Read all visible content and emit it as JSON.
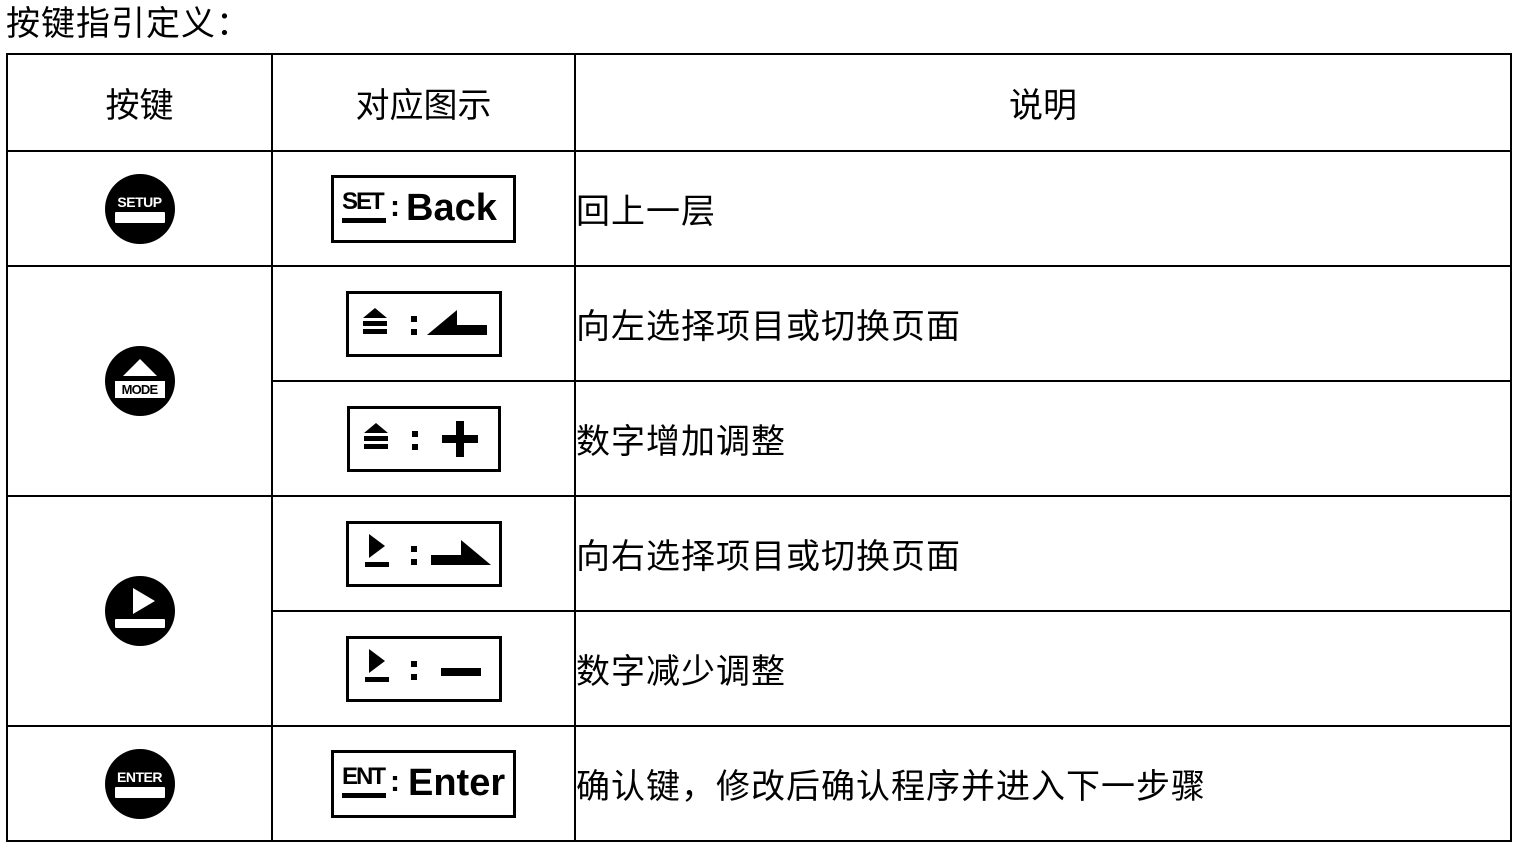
{
  "caption": "按键指引定义：",
  "headers": {
    "key": "按键",
    "icon": "对应图示",
    "desc": "说明"
  },
  "keys": {
    "setup": "SETUP",
    "mode": "MODE",
    "enter": "ENTER"
  },
  "icons": {
    "set_abbr": "SET",
    "ent_abbr": "ENT",
    "colon": ":",
    "back": "Back",
    "enter": "Enter"
  },
  "rows": [
    {
      "desc": "回上一层"
    },
    {
      "desc": "向左选择项目或切换页面"
    },
    {
      "desc": "数字增加调整"
    },
    {
      "desc": "向右选择项目或切换页面"
    },
    {
      "desc": "数字减少调整"
    },
    {
      "desc": "确认键，修改后确认程序并进入下一步骤"
    }
  ]
}
